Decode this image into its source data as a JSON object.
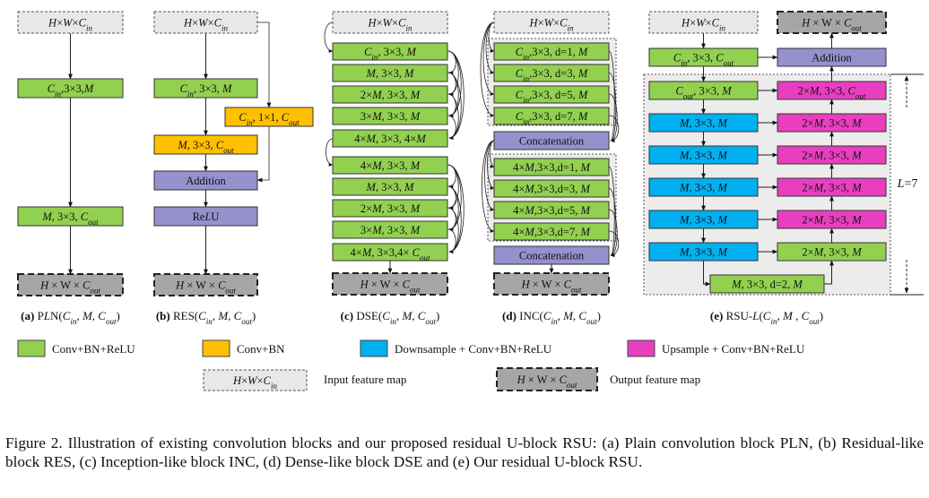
{
  "colors": {
    "conv_bn_relu": "#92d050",
    "conv_bn": "#ffc000",
    "downsample": "#00b0f0",
    "upsample": "#e83fc0",
    "operation": "#9591cd",
    "input_map": "#e8e8e8",
    "output_map": "#a6a6a6",
    "region_bg": "#ececec"
  },
  "panels": [
    {
      "id": "pln",
      "caption_letter": "(a)",
      "caption": "PLN(Cin, M, Cout)",
      "input": "H×W×Cin",
      "output": "H × W × Cout",
      "blocks": [
        {
          "label": "Cin,3×3,M",
          "type": "conv_bn_relu"
        },
        {
          "label": "M, 3×3, Cout",
          "type": "conv_bn_relu"
        }
      ]
    },
    {
      "id": "res",
      "caption_letter": "(b)",
      "caption": "RES(Cin, M, Cout)",
      "input": "H×W×Cin",
      "output": "H × W × Cout",
      "blocks": [
        {
          "label": "Cin, 3×3, M",
          "type": "conv_bn_relu"
        },
        {
          "label": "Cin, 1×1, Cout",
          "type": "conv_bn"
        },
        {
          "label": "M, 3×3, Cout",
          "type": "conv_bn"
        },
        {
          "label": "Addition",
          "type": "operation"
        },
        {
          "label": "ReLU",
          "type": "operation"
        }
      ]
    },
    {
      "id": "dse",
      "caption_letter": "(c)",
      "caption": "DSE(Cin, M, Cout)",
      "input": "H×W×Cin",
      "output": "H × W × Cout",
      "blocks": [
        {
          "label": "Cin, 3×3, M",
          "type": "conv_bn_relu"
        },
        {
          "label": "M, 3×3, M",
          "type": "conv_bn_relu"
        },
        {
          "label": "2×M, 3×3, M",
          "type": "conv_bn_relu"
        },
        {
          "label": "3×M, 3×3, M",
          "type": "conv_bn_relu"
        },
        {
          "label": "4×M, 3×3, 4×M",
          "type": "conv_bn_relu"
        },
        {
          "label": "4×M, 3×3, M",
          "type": "conv_bn_relu"
        },
        {
          "label": "M, 3×3, M",
          "type": "conv_bn_relu"
        },
        {
          "label": "2×M, 3×3, M",
          "type": "conv_bn_relu"
        },
        {
          "label": "3×M, 3×3, M",
          "type": "conv_bn_relu"
        },
        {
          "label": "4×M, 3×3,4× Cout",
          "type": "conv_bn_relu"
        }
      ]
    },
    {
      "id": "inc",
      "caption_letter": "(d)",
      "caption": "INC(Cin, M, Cout)",
      "input": "H×W×Cin",
      "output": "H × W × Cout",
      "blocks": [
        {
          "label": "Cin,3×3, d=1, M",
          "type": "conv_bn_relu"
        },
        {
          "label": "Cin,3×3, d=3, M",
          "type": "conv_bn_relu"
        },
        {
          "label": "Cin,3×3, d=5, M",
          "type": "conv_bn_relu"
        },
        {
          "label": "Cin,3×3, d=7, M",
          "type": "conv_bn_relu"
        },
        {
          "label": "Concatenation",
          "type": "operation"
        },
        {
          "label": "4×M,3×3,d=1, M",
          "type": "conv_bn_relu"
        },
        {
          "label": "4×M,3×3,d=3, M",
          "type": "conv_bn_relu"
        },
        {
          "label": "4×M,3×3,d=5, M",
          "type": "conv_bn_relu"
        },
        {
          "label": "4×M,3×3,d=7, M",
          "type": "conv_bn_relu"
        },
        {
          "label": "Concatenation",
          "type": "operation"
        }
      ]
    },
    {
      "id": "rsu",
      "caption_letter": "(e)",
      "caption": "RSU-L(Cin, M , Cout)",
      "input": "H×W×Cin",
      "output": "H × W × Cout",
      "depth_label": "L=7",
      "blocks": [
        {
          "label": "Cin, 3×3, Cout",
          "type": "conv_bn_relu"
        },
        {
          "label": "Addition",
          "type": "operation"
        },
        {
          "label": "Cout, 3×3, M",
          "type": "conv_bn_relu"
        },
        {
          "label": "M, 3×3, M",
          "type": "downsample"
        },
        {
          "label": "M, 3×3, M",
          "type": "downsample"
        },
        {
          "label": "M, 3×3, M",
          "type": "downsample"
        },
        {
          "label": "M, 3×3, M",
          "type": "downsample"
        },
        {
          "label": "M, 3×3, M",
          "type": "downsample"
        },
        {
          "label": "M, 3×3, d=2, M",
          "type": "conv_bn_relu"
        },
        {
          "label": "2×M, 3×3, Cout",
          "type": "upsample"
        },
        {
          "label": "2×M, 3×3, M",
          "type": "upsample"
        },
        {
          "label": "2×M, 3×3, M",
          "type": "upsample"
        },
        {
          "label": "2×M, 3×3, M",
          "type": "upsample"
        },
        {
          "label": "2×M, 3×3, M",
          "type": "upsample"
        },
        {
          "label": "2×M, 3×3, M",
          "type": "conv_bn_relu"
        }
      ]
    }
  ],
  "legend": [
    {
      "label": "Conv+BN+ReLU",
      "type": "conv_bn_relu"
    },
    {
      "label": "Conv+BN",
      "type": "conv_bn"
    },
    {
      "label": "Downsample + Conv+BN+ReLU",
      "type": "downsample"
    },
    {
      "label": "Upsample + Conv+BN+ReLU",
      "type": "upsample"
    },
    {
      "label": "Input feature map",
      "type": "input_map",
      "sample": "H×W×Cin"
    },
    {
      "label": "Output feature map",
      "type": "output_map",
      "sample": "H × W × Cout"
    }
  ],
  "figure_caption": "Figure 2.  Illustration of existing convolution blocks and our proposed residual U-block RSU: (a) Plain convolution block PLN, (b) Residual-like block RES, (c) Inception-like block INC, (d) Dense-like block DSE and (e) Our residual U-block RSU."
}
